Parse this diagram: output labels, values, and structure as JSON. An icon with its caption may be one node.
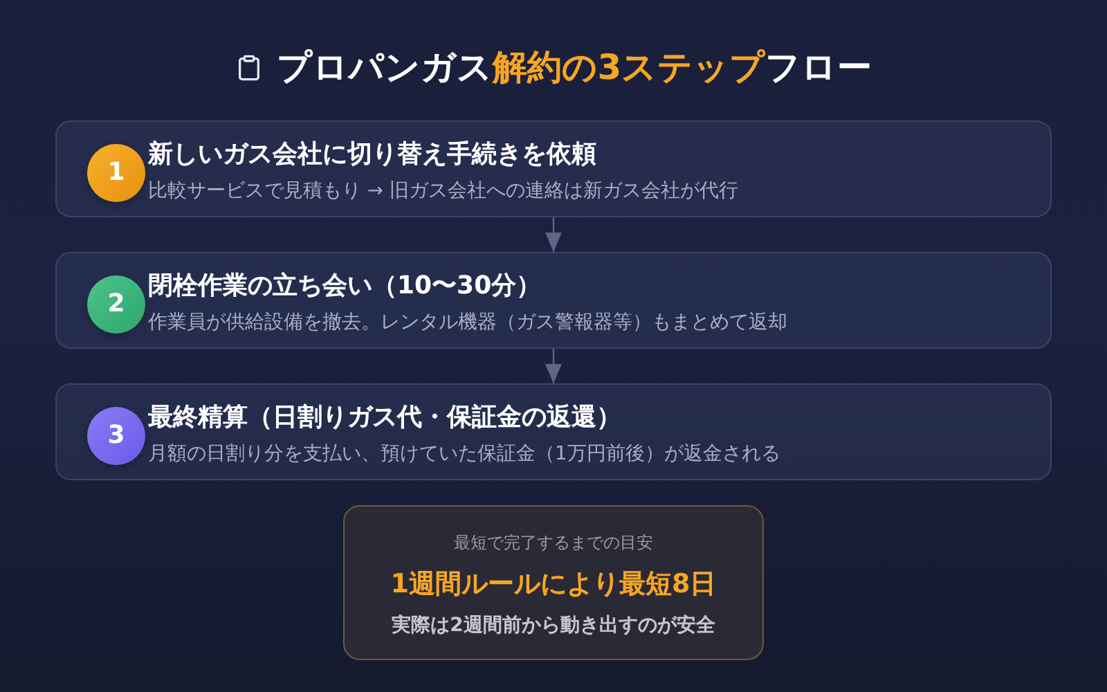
{
  "diagram": {
    "title": "プロパンガス**解約の3ステップ**フロー",
    "nodes": [
      {
        "text": [
          "新しいガス会社に切り替え手続きを依頼",
          "比較サービスで見積もり → 旧ガス会社への連絡は新ガス会社が代行"
        ]
      },
      {
        "text": [
          "1"
        ],
        "in": 0
      },
      {
        "text": [
          "閉栓作業の立ち会い（10〜30分）",
          "作業員が供給設備を撤去。レンタル機器（ガス警報器等）もまとめて返却"
        ]
      },
      {
        "text": [
          "2"
        ],
        "in": 2
      },
      {
        "text": [
          "最終精算（日割りガス代・保証金の返還）",
          "月額の日割り分を支払い、預けていた保証金（1万円前後）が返金される"
        ]
      },
      {
        "text": [
          "3"
        ],
        "in": 4
      },
      {
        "text": [
          "最短で完了するまでの目安",
          "1週間ルールにより最短8日",
          "実際は2週間前から動き出すのが安全"
        ]
      }
    ],
    "edges": [
      {
        "from": 0,
        "to": 2,
        "arrow": "to"
      },
      {
        "from": 2,
        "to": 4,
        "arrow": "to"
      }
    ]
  }
}
